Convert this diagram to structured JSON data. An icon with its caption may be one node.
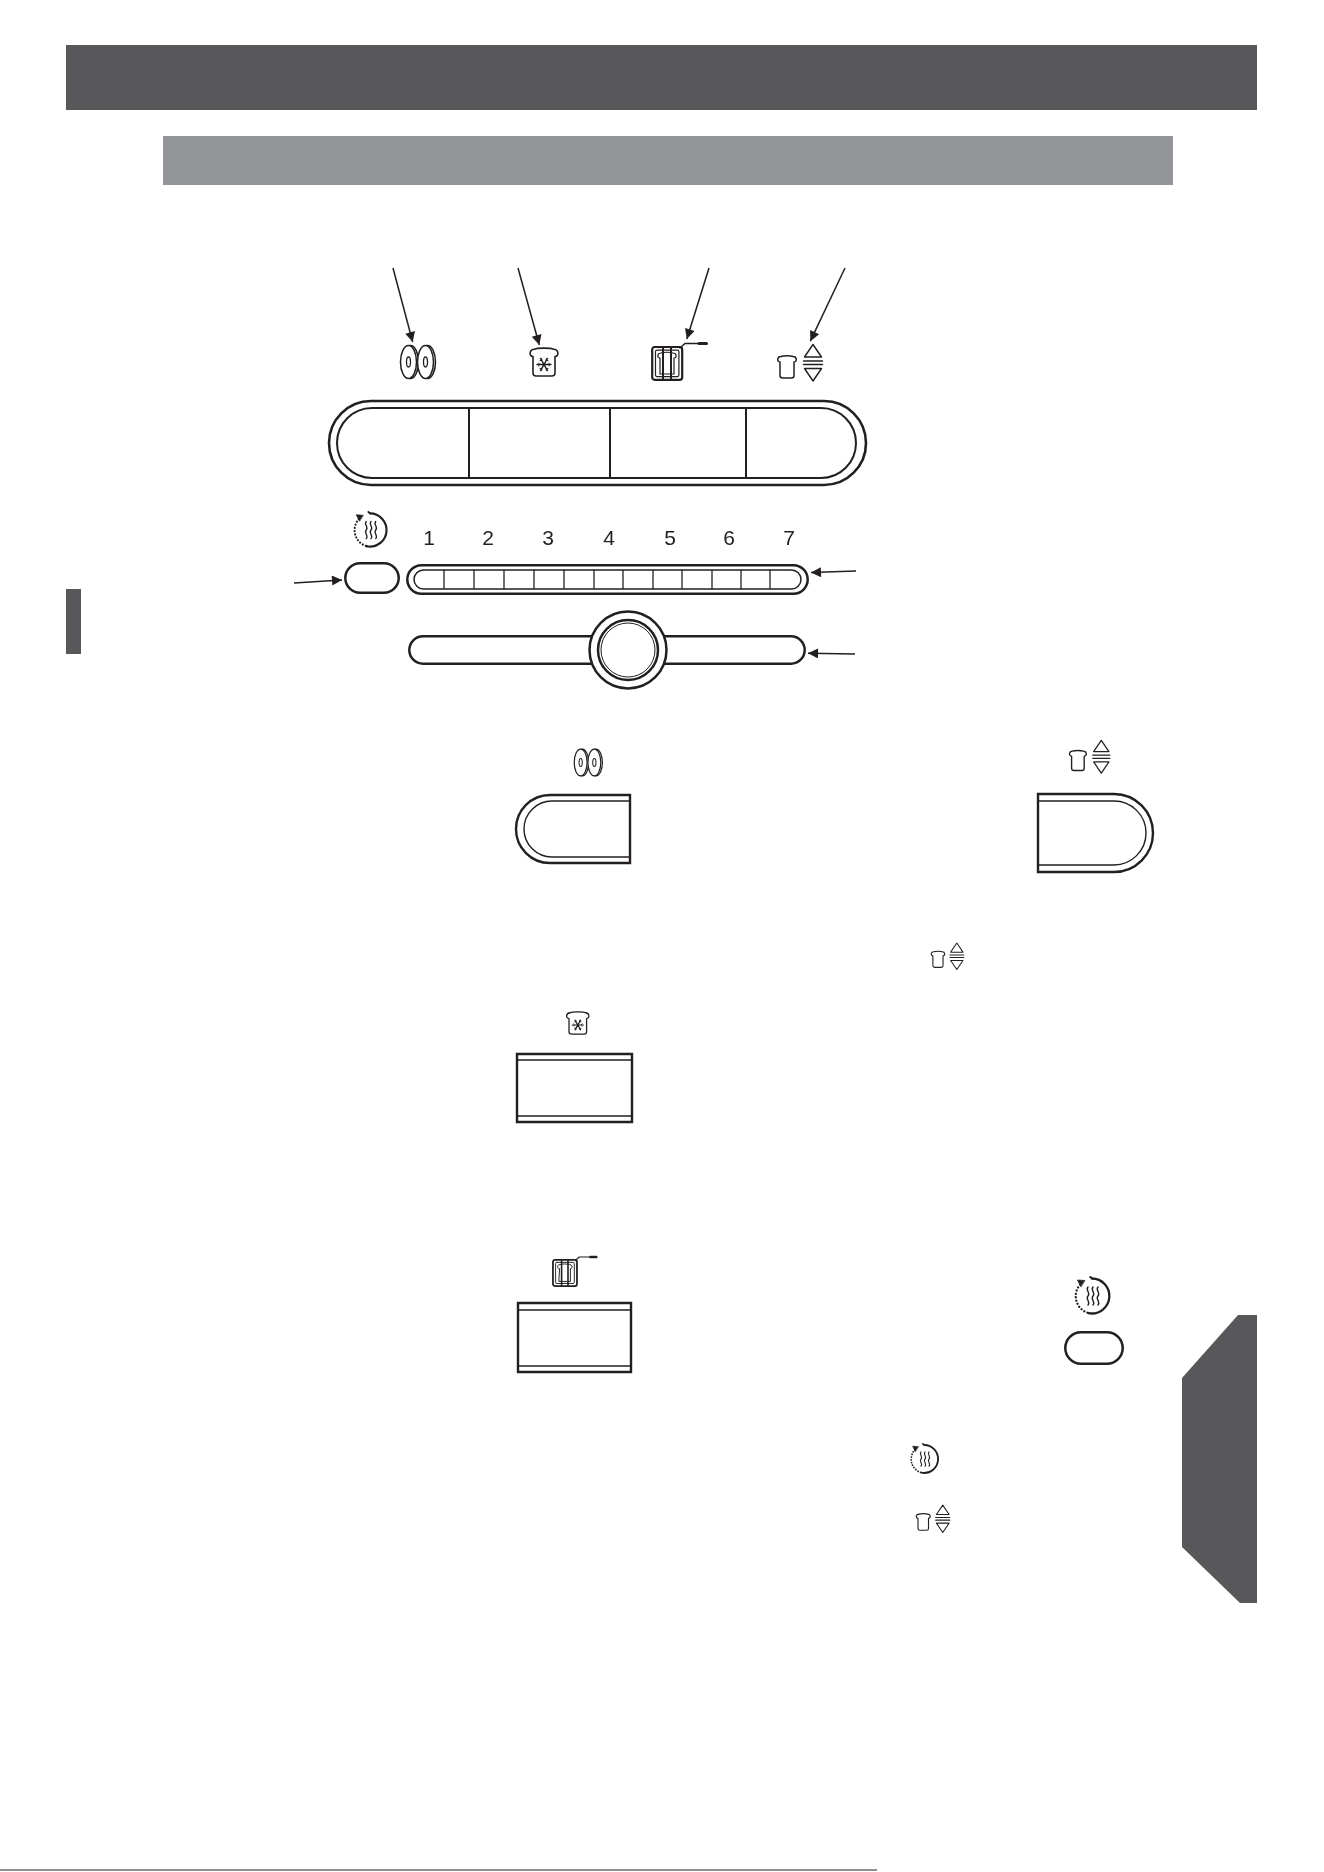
{
  "diagram": {
    "nodes": [
      {
        "text": [],
        "shape": "bar"
      },
      {
        "text": [],
        "shape": "bar"
      },
      {
        "text": [],
        "shape": "picture"
      },
      {
        "text": [],
        "shape": "picture"
      },
      {
        "text": [],
        "shape": "picture"
      },
      {
        "text": [],
        "shape": "picture"
      },
      {
        "text": [],
        "shape": "box"
      },
      {
        "text": [],
        "shape": "bar"
      },
      {
        "text": [],
        "shape": "bar"
      },
      {
        "text": [],
        "shape": "picture"
      },
      {
        "text": [],
        "shape": "box"
      }
    ],
    "edges": [
      {
        "from": null,
        "to": 2,
        "arrow": "to"
      },
      {
        "from": null,
        "to": 3,
        "arrow": "to"
      },
      {
        "from": null,
        "to": 4,
        "arrow": "to"
      },
      {
        "from": null,
        "to": 5,
        "arrow": "to"
      },
      {
        "from": null,
        "to": 6,
        "arrow": "to"
      },
      {
        "from": null,
        "to": 7,
        "arrow": "to"
      },
      {
        "from": null,
        "to": 8,
        "arrow": "to"
      }
    ],
    "labels": [
      "1",
      "2",
      "3",
      "4",
      "5",
      "6",
      "7"
    ]
  }
}
